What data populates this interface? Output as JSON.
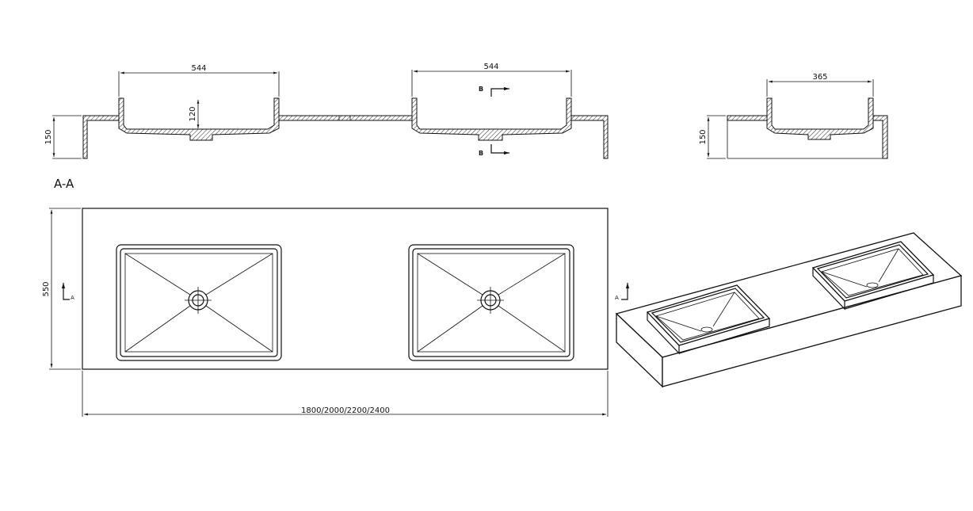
{
  "labels": {
    "section_a": "A-A",
    "dim_basin_width_1": "544",
    "dim_basin_width_2": "544",
    "dim_basin_depth": "120",
    "dim_height_left": "150",
    "dim_height_right": "150",
    "dim_side_width": "365",
    "dim_depth_plan": "550",
    "dim_total_length": "1800/2000/2200/2400",
    "marker_b_top": "B",
    "marker_b_bottom": "B",
    "marker_a_left": "A",
    "marker_a_right": "A"
  }
}
